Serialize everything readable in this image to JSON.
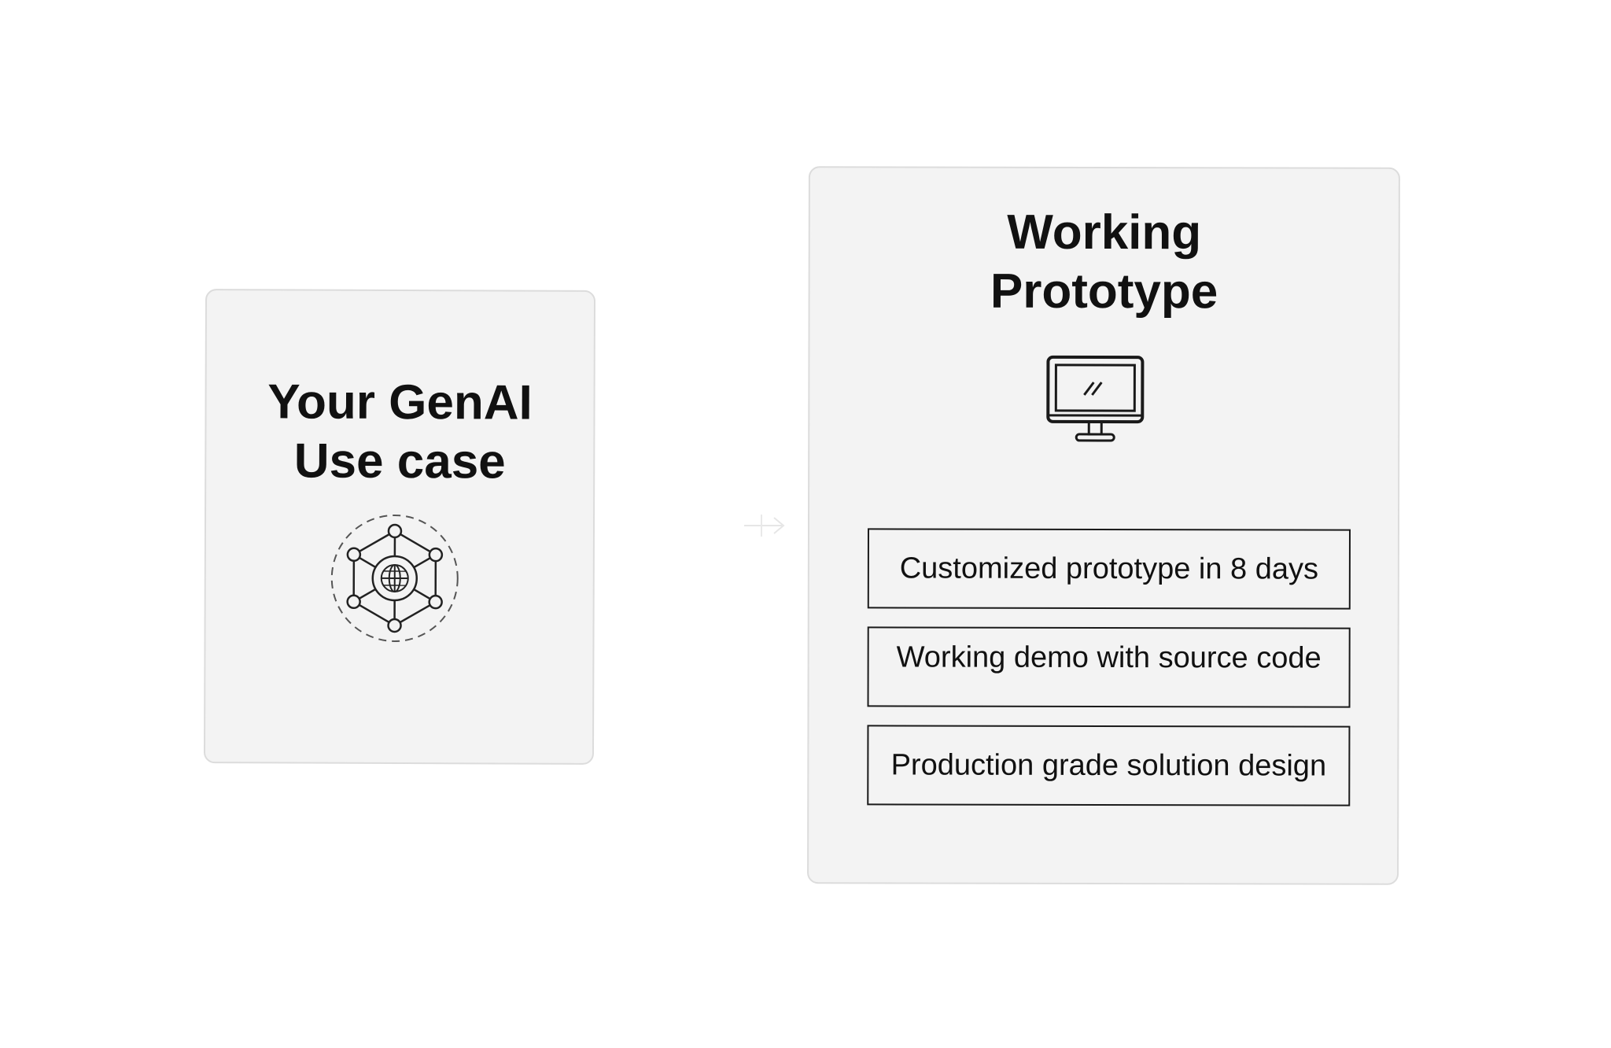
{
  "use_case_card": {
    "title_line1": "Your GenAI",
    "title_line2": "Use case",
    "icon": "network-globe-icon"
  },
  "connector": {
    "icon": "faint-arrow-icon"
  },
  "prototype_card": {
    "title_line1": "Working",
    "title_line2": "Prototype",
    "icon": "monitor-icon",
    "features": [
      {
        "label": "Customized prototype in 8 days"
      },
      {
        "label": "Working demo with source code"
      },
      {
        "label": "Production grade solution design"
      }
    ]
  },
  "colors": {
    "card_background": "#f3f3f3",
    "card_border": "#dcdcdc",
    "text": "#111111",
    "feature_border": "#1a1a1a"
  }
}
